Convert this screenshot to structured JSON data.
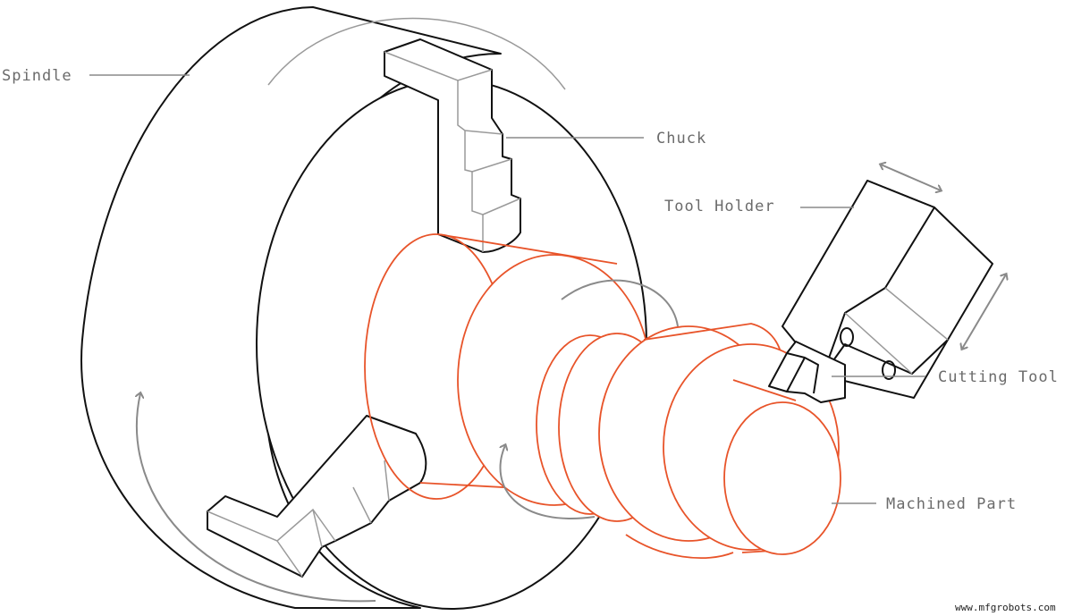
{
  "labels": {
    "spindle": "Spindle",
    "chuck": "Chuck",
    "tool_holder": "Tool Holder",
    "cutting_tool": "Cutting Tool",
    "machined_part": "Machined Part"
  },
  "credit": "www.mfgrobots.com",
  "colors": {
    "outline": "#111111",
    "part": "#e8542a",
    "label": "#6b6b6b"
  }
}
